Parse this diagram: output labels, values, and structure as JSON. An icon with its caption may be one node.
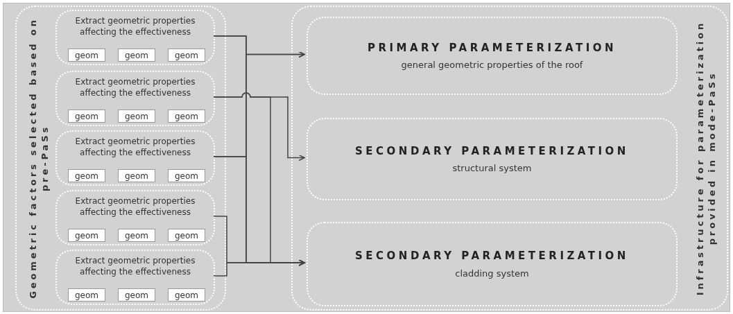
{
  "diagram": {
    "nodes": [
      {
        "text": [
          "Geometric factors selected based on pre-PaSs"
        ]
      },
      {
        "text": [
          "Extract geometric properties affecting the effectiveness"
        ],
        "in": 0
      },
      {
        "text": [
          "geom"
        ],
        "in": 1
      },
      {
        "text": [
          "geom"
        ],
        "in": 1
      },
      {
        "text": [
          "geom"
        ],
        "in": 1
      },
      {
        "text": [
          "Extract geometric properties affecting the effectiveness"
        ],
        "in": 0
      },
      {
        "text": [
          "geom"
        ],
        "in": 5
      },
      {
        "text": [
          "geom"
        ],
        "in": 5
      },
      {
        "text": [
          "geom"
        ],
        "in": 5
      },
      {
        "text": [
          "Extract geometric properties affecting the effectiveness"
        ],
        "in": 0
      },
      {
        "text": [
          "geom"
        ],
        "in": 9
      },
      {
        "text": [
          "geom"
        ],
        "in": 9
      },
      {
        "text": [
          "geom"
        ],
        "in": 9
      },
      {
        "text": [
          "Extract geometric properties affecting the effectiveness"
        ],
        "in": 0
      },
      {
        "text": [
          "geom"
        ],
        "in": 13
      },
      {
        "text": [
          "geom"
        ],
        "in": 13
      },
      {
        "text": [
          "geom"
        ],
        "in": 13
      },
      {
        "text": [
          "Extract geometric properties affecting the effectiveness"
        ],
        "in": 0
      },
      {
        "text": [
          "geom"
        ],
        "in": 17
      },
      {
        "text": [
          "geom"
        ],
        "in": 17
      },
      {
        "text": [
          "geom"
        ],
        "in": 17
      },
      {
        "text": [
          "Infrastructure for parameterization provided in mode-PaSs"
        ]
      },
      {
        "text": [
          "PRIMARY PARAMETERIZATION",
          "general geometric properties of the roof"
        ],
        "in": 21
      },
      {
        "text": [
          "SECONDARY PARAMETERIZATION",
          "structural system"
        ],
        "in": 21
      },
      {
        "text": [
          "SECONDARY PARAMETERIZATION",
          "cladding system"
        ],
        "in": 21
      }
    ],
    "edges": [
      {
        "from": 1,
        "to": 22,
        "arrow": "to"
      },
      {
        "from": 9,
        "to": 22,
        "arrow": "to"
      },
      {
        "from": 5,
        "to": 23,
        "arrow": "to"
      },
      {
        "from": 5,
        "to": 24,
        "arrow": "to"
      },
      {
        "from": 1,
        "to": 24,
        "arrow": "to"
      },
      {
        "from": 9,
        "to": 24,
        "arrow": "to"
      },
      {
        "from": 13,
        "to": 24,
        "arrow": "to"
      },
      {
        "from": 17,
        "to": 24,
        "arrow": "to"
      }
    ]
  }
}
